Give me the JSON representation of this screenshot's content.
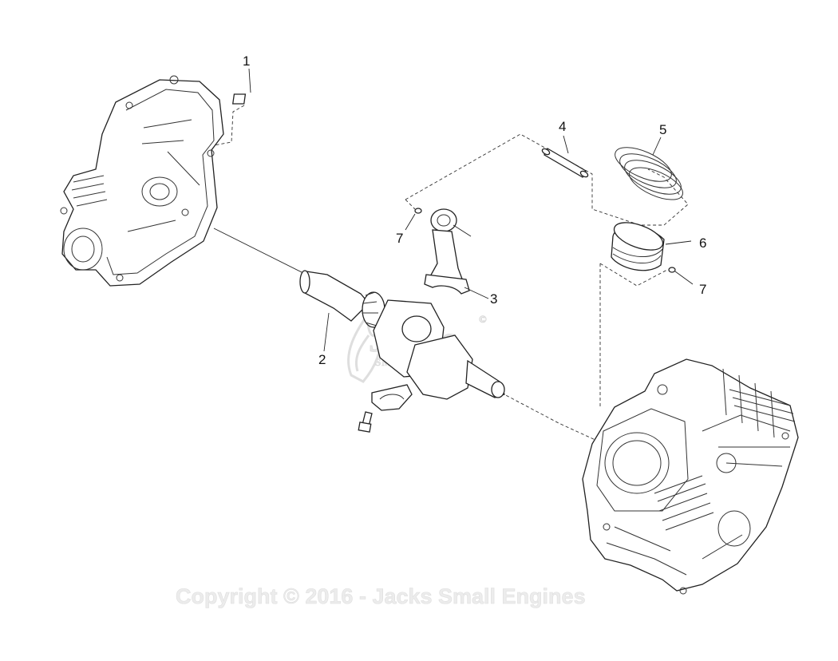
{
  "callouts": {
    "c1": "1",
    "c2": "2",
    "c3": "3",
    "c4": "4",
    "c5": "5",
    "c6": "6",
    "c7a": "7",
    "c7b": "7"
  },
  "watermark": {
    "logo": "Jacks",
    "logo_mark": "©",
    "logo_sub": "SMALL ENGINES",
    "copyright": "Copyright © 2016 - Jacks Small Engines"
  }
}
